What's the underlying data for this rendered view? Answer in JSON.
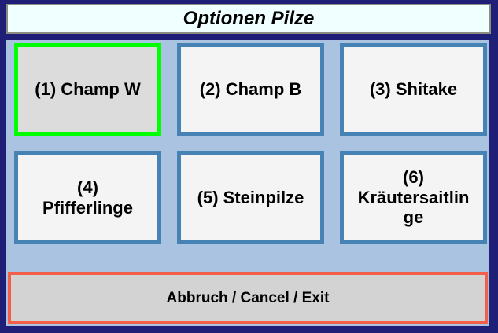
{
  "window": {
    "title": "Optionen Pilze"
  },
  "options": [
    {
      "id": 1,
      "label": "(1) Champ W",
      "selected": true
    },
    {
      "id": 2,
      "label": "(2) Champ B",
      "selected": false
    },
    {
      "id": 3,
      "label": "(3) Shitake",
      "selected": false
    },
    {
      "id": 4,
      "label": "(4)\nPfifferlinge",
      "selected": false
    },
    {
      "id": 5,
      "label": "(5) Steinpilze",
      "selected": false
    },
    {
      "id": 6,
      "label": "(6)\nKräutersaitlin\nge",
      "selected": false
    }
  ],
  "footer": {
    "cancel_label": "Abbruch / Cancel / Exit"
  },
  "colors": {
    "frame_border": "#1f1f78",
    "panel_background": "#a9c3e0",
    "title_background": "#f0ffff",
    "title_border": "#8c8c82",
    "option_border": "#4682b4",
    "option_background": "#f4f4f4",
    "selected_border": "#00ff00",
    "selected_background": "#dcdcdc",
    "cancel_border": "#f2604a",
    "cancel_background": "#d3d3d3",
    "text": "#000000"
  }
}
